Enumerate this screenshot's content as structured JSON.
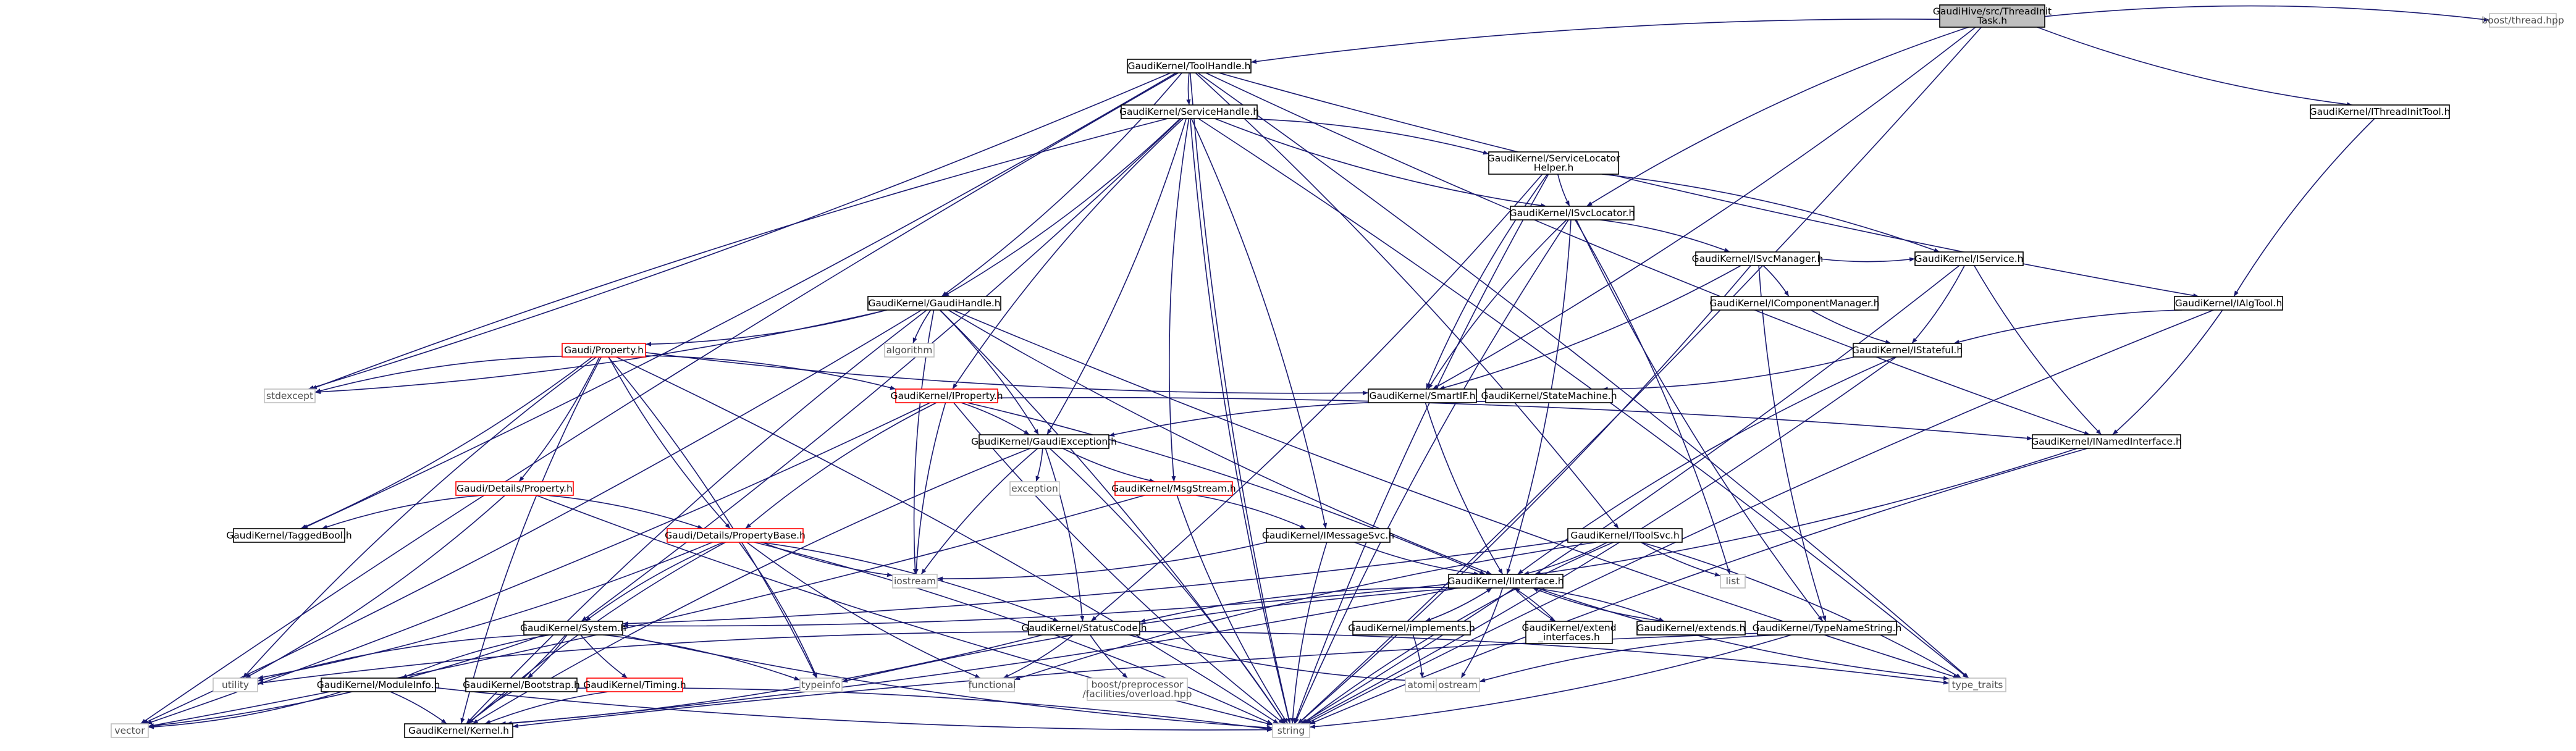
{
  "graph_title": "Include dependency graph for ThreadInitTask.h",
  "colors": {
    "edge": "#191970",
    "root_fill": "#bfbfbf",
    "node_border": "#000000",
    "incomplete_border": "#ff0000",
    "external_border": "#bfbfbf"
  },
  "nodes": {
    "root": {
      "lines": [
        "GaudiHive/src/ThreadInit",
        "Task.h"
      ],
      "kind": "root"
    },
    "toolhandle": {
      "lines": [
        "GaudiKernel/ToolHandle.h"
      ],
      "kind": "normal"
    },
    "boostthread": {
      "lines": [
        "boost/thread.hpp"
      ],
      "kind": "external"
    },
    "ithreadinit": {
      "lines": [
        "GaudiKernel/IThreadInitTool.h"
      ],
      "kind": "normal"
    },
    "servicehandle": {
      "lines": [
        "GaudiKernel/ServiceHandle.h"
      ],
      "kind": "normal"
    },
    "servicelocatorhelper": {
      "lines": [
        "GaudiKernel/ServiceLocator",
        "Helper.h"
      ],
      "kind": "normal"
    },
    "isvclocator": {
      "lines": [
        "GaudiKernel/ISvcLocator.h"
      ],
      "kind": "normal"
    },
    "isvcmanager": {
      "lines": [
        "GaudiKernel/ISvcManager.h"
      ],
      "kind": "normal"
    },
    "icomponentmanager": {
      "lines": [
        "GaudiKernel/IComponentManager.h"
      ],
      "kind": "normal"
    },
    "iservice": {
      "lines": [
        "GaudiKernel/IService.h"
      ],
      "kind": "normal"
    },
    "ialgtool": {
      "lines": [
        "GaudiKernel/IAlgTool.h"
      ],
      "kind": "normal"
    },
    "gaudihandle": {
      "lines": [
        "GaudiKernel/GaudiHandle.h"
      ],
      "kind": "normal"
    },
    "istateful": {
      "lines": [
        "GaudiKernel/IStateful.h"
      ],
      "kind": "normal"
    },
    "gproperty": {
      "lines": [
        "Gaudi/Property.h"
      ],
      "kind": "incomplete"
    },
    "algorithm": {
      "lines": [
        "algorithm"
      ],
      "kind": "external"
    },
    "stdexcept": {
      "lines": [
        "stdexcept"
      ],
      "kind": "external"
    },
    "smartif": {
      "lines": [
        "GaudiKernel/SmartIF.h"
      ],
      "kind": "normal"
    },
    "iproperty": {
      "lines": [
        "GaudiKernel/IProperty.h"
      ],
      "kind": "incomplete"
    },
    "statemachine": {
      "lines": [
        "GaudiKernel/StateMachine.h"
      ],
      "kind": "normal"
    },
    "inamedinterface": {
      "lines": [
        "GaudiKernel/INamedInterface.h"
      ],
      "kind": "normal"
    },
    "gaudiexception": {
      "lines": [
        "GaudiKernel/GaudiException.h"
      ],
      "kind": "normal"
    },
    "gdetailsproperty": {
      "lines": [
        "Gaudi/Details/Property.h"
      ],
      "kind": "incomplete"
    },
    "exception": {
      "lines": [
        "exception"
      ],
      "kind": "external"
    },
    "msgstream": {
      "lines": [
        "GaudiKernel/MsgStream.h"
      ],
      "kind": "incomplete"
    },
    "taggedbool": {
      "lines": [
        "GaudiKernel/TaggedBool.h"
      ],
      "kind": "normal"
    },
    "propertybase": {
      "lines": [
        "Gaudi/Details/PropertyBase.h"
      ],
      "kind": "incomplete"
    },
    "imessagesvc": {
      "lines": [
        "GaudiKernel/IMessageSvc.h"
      ],
      "kind": "normal"
    },
    "itoolsvc": {
      "lines": [
        "GaudiKernel/IToolSvc.h"
      ],
      "kind": "normal"
    },
    "iostream": {
      "lines": [
        "iostream"
      ],
      "kind": "external"
    },
    "list": {
      "lines": [
        "list"
      ],
      "kind": "external"
    },
    "iinterface": {
      "lines": [
        "GaudiKernel/IInterface.h"
      ],
      "kind": "normal"
    },
    "system": {
      "lines": [
        "GaudiKernel/System.h"
      ],
      "kind": "normal"
    },
    "statuscode": {
      "lines": [
        "GaudiKernel/StatusCode.h"
      ],
      "kind": "normal"
    },
    "implements": {
      "lines": [
        "GaudiKernel/implements.h"
      ],
      "kind": "normal"
    },
    "extend_interfaces": {
      "lines": [
        "GaudiKernel/extend",
        "_interfaces.h"
      ],
      "kind": "normal"
    },
    "extends": {
      "lines": [
        "GaudiKernel/extends.h"
      ],
      "kind": "normal"
    },
    "typenamestring": {
      "lines": [
        "GaudiKernel/TypeNameString.h"
      ],
      "kind": "normal"
    },
    "utility": {
      "lines": [
        "utility"
      ],
      "kind": "external"
    },
    "moduleinfo": {
      "lines": [
        "GaudiKernel/ModuleInfo.h"
      ],
      "kind": "normal"
    },
    "bootstrap": {
      "lines": [
        "GaudiKernel/Bootstrap.h"
      ],
      "kind": "normal"
    },
    "timing": {
      "lines": [
        "GaudiKernel/Timing.h"
      ],
      "kind": "incomplete"
    },
    "typeinfo": {
      "lines": [
        "typeinfo"
      ],
      "kind": "external"
    },
    "functional": {
      "lines": [
        "functional"
      ],
      "kind": "external"
    },
    "boostpp": {
      "lines": [
        "boost/preprocessor",
        "/facilities/overload.hpp"
      ],
      "kind": "external"
    },
    "atomic": {
      "lines": [
        "atomic"
      ],
      "kind": "external"
    },
    "ostream": {
      "lines": [
        "ostream"
      ],
      "kind": "external"
    },
    "type_traits": {
      "lines": [
        "type_traits"
      ],
      "kind": "external"
    },
    "vector": {
      "lines": [
        "vector"
      ],
      "kind": "external"
    },
    "kernel": {
      "lines": [
        "GaudiKernel/Kernel.h"
      ],
      "kind": "normal"
    },
    "string": {
      "lines": [
        "string"
      ],
      "kind": "external"
    }
  },
  "edges": [
    [
      "root",
      "toolhandle"
    ],
    [
      "root",
      "boostthread"
    ],
    [
      "root",
      "ithreadinit"
    ],
    [
      "root",
      "smartif"
    ],
    [
      "root",
      "isvclocator"
    ],
    [
      "root",
      "string"
    ],
    [
      "toolhandle",
      "servicehandle"
    ],
    [
      "toolhandle",
      "gaudihandle"
    ],
    [
      "toolhandle",
      "ialgtool"
    ],
    [
      "toolhandle",
      "itoolsvc"
    ],
    [
      "toolhandle",
      "inamedinterface"
    ],
    [
      "toolhandle",
      "stdexcept"
    ],
    [
      "toolhandle",
      "vector"
    ],
    [
      "toolhandle",
      "taggedbool"
    ],
    [
      "toolhandle",
      "string"
    ],
    [
      "toolhandle",
      "type_traits"
    ],
    [
      "ithreadinit",
      "ialgtool"
    ],
    [
      "servicehandle",
      "servicelocatorhelper"
    ],
    [
      "servicehandle",
      "isvclocator"
    ],
    [
      "servicehandle",
      "gaudihandle"
    ],
    [
      "servicehandle",
      "iproperty"
    ],
    [
      "servicehandle",
      "gaudiexception"
    ],
    [
      "servicehandle",
      "msgstream"
    ],
    [
      "servicehandle",
      "imessagesvc"
    ],
    [
      "servicehandle",
      "stdexcept"
    ],
    [
      "servicehandle",
      "system"
    ],
    [
      "servicehandle",
      "string"
    ],
    [
      "servicehandle",
      "type_traits"
    ],
    [
      "servicelocatorhelper",
      "isvclocator"
    ],
    [
      "servicelocatorhelper",
      "iservice"
    ],
    [
      "servicelocatorhelper",
      "smartif"
    ],
    [
      "servicelocatorhelper",
      "statuscode"
    ],
    [
      "servicelocatorhelper",
      "string"
    ],
    [
      "isvclocator",
      "isvcmanager"
    ],
    [
      "isvclocator",
      "smartif"
    ],
    [
      "isvclocator",
      "iinterface"
    ],
    [
      "isvclocator",
      "typenamestring"
    ],
    [
      "isvclocator",
      "list"
    ],
    [
      "isvclocator",
      "string"
    ],
    [
      "isvcmanager",
      "icomponentmanager"
    ],
    [
      "isvcmanager",
      "iservice"
    ],
    [
      "isvcmanager",
      "smartif"
    ],
    [
      "isvcmanager",
      "typenamestring"
    ],
    [
      "isvcmanager",
      "string"
    ],
    [
      "icomponentmanager",
      "istateful"
    ],
    [
      "iservice",
      "istateful"
    ],
    [
      "iservice",
      "inamedinterface"
    ],
    [
      "iservice",
      "string"
    ],
    [
      "ialgtool",
      "istateful"
    ],
    [
      "ialgtool",
      "inamedinterface"
    ],
    [
      "ialgtool",
      "string"
    ],
    [
      "istateful",
      "statemachine"
    ],
    [
      "istateful",
      "iinterface"
    ],
    [
      "istateful",
      "string"
    ],
    [
      "statemachine",
      "gaudiexception"
    ],
    [
      "gaudihandle",
      "gproperty"
    ],
    [
      "gaudihandle",
      "algorithm"
    ],
    [
      "gaudihandle",
      "gaudiexception"
    ],
    [
      "gaudihandle",
      "iinterface"
    ],
    [
      "gaudihandle",
      "stdexcept"
    ],
    [
      "gaudihandle",
      "iostream"
    ],
    [
      "gaudihandle",
      "string"
    ],
    [
      "gaudihandle",
      "type_traits"
    ],
    [
      "gaudihandle",
      "vector"
    ],
    [
      "gaudihandle",
      "kernel"
    ],
    [
      "gproperty",
      "iproperty"
    ],
    [
      "gproperty",
      "smartif"
    ],
    [
      "gproperty",
      "gdetailsproperty"
    ],
    [
      "gproperty",
      "propertybase"
    ],
    [
      "gproperty",
      "taggedbool"
    ],
    [
      "gproperty",
      "stdexcept"
    ],
    [
      "gproperty",
      "string"
    ],
    [
      "gproperty",
      "utility"
    ],
    [
      "gproperty",
      "typeinfo"
    ],
    [
      "gproperty",
      "kernel"
    ],
    [
      "iproperty",
      "gaudiexception"
    ],
    [
      "iproperty",
      "propertybase"
    ],
    [
      "iproperty",
      "iinterface"
    ],
    [
      "iproperty",
      "iostream"
    ],
    [
      "iproperty",
      "vector"
    ],
    [
      "iproperty",
      "string"
    ],
    [
      "iproperty",
      "inamedinterface"
    ],
    [
      "smartif",
      "iinterface"
    ],
    [
      "inamedinterface",
      "iinterface"
    ],
    [
      "inamedinterface",
      "string"
    ],
    [
      "gaudiexception",
      "exception"
    ],
    [
      "gaudiexception",
      "msgstream"
    ],
    [
      "gaudiexception",
      "statuscode"
    ],
    [
      "gaudiexception",
      "iostream"
    ],
    [
      "gaudiexception",
      "string"
    ],
    [
      "gaudiexception",
      "kernel"
    ],
    [
      "gdetailsproperty",
      "propertybase"
    ],
    [
      "gdetailsproperty",
      "taggedbool"
    ],
    [
      "gdetailsproperty",
      "utility"
    ],
    [
      "gdetailsproperty",
      "string"
    ],
    [
      "msgstream",
      "imessagesvc"
    ],
    [
      "msgstream",
      "string"
    ],
    [
      "msgstream",
      "vector"
    ],
    [
      "propertybase",
      "iostream"
    ],
    [
      "propertybase",
      "statuscode"
    ],
    [
      "propertybase",
      "system"
    ],
    [
      "propertybase",
      "typeinfo"
    ],
    [
      "propertybase",
      "functional"
    ],
    [
      "propertybase",
      "string"
    ],
    [
      "propertybase",
      "kernel"
    ],
    [
      "propertybase",
      "utility"
    ],
    [
      "imessagesvc",
      "iinterface"
    ],
    [
      "imessagesvc",
      "iostream"
    ],
    [
      "imessagesvc",
      "string"
    ],
    [
      "itoolsvc",
      "iinterface"
    ],
    [
      "itoolsvc",
      "list"
    ],
    [
      "itoolsvc",
      "system"
    ],
    [
      "itoolsvc",
      "functional"
    ],
    [
      "itoolsvc",
      "type_traits"
    ],
    [
      "itoolsvc",
      "string"
    ],
    [
      "iinterface",
      "system"
    ],
    [
      "iinterface",
      "statuscode"
    ],
    [
      "iinterface",
      "implements"
    ],
    [
      "iinterface",
      "extend_interfaces"
    ],
    [
      "iinterface",
      "extends"
    ],
    [
      "iinterface",
      "typeinfo"
    ],
    [
      "iinterface",
      "ostream"
    ],
    [
      "iinterface",
      "type_traits"
    ],
    [
      "iinterface",
      "kernel"
    ],
    [
      "implements",
      "iinterface"
    ],
    [
      "implements",
      "atomic"
    ],
    [
      "extend_interfaces",
      "iinterface"
    ],
    [
      "extends",
      "iinterface"
    ],
    [
      "system",
      "moduleinfo"
    ],
    [
      "system",
      "bootstrap"
    ],
    [
      "system",
      "timing"
    ],
    [
      "system",
      "typeinfo"
    ],
    [
      "system",
      "utility"
    ],
    [
      "system",
      "vector"
    ],
    [
      "system",
      "string"
    ],
    [
      "system",
      "kernel"
    ],
    [
      "statuscode",
      "boostpp"
    ],
    [
      "statuscode",
      "functional"
    ],
    [
      "statuscode",
      "ostream"
    ],
    [
      "statuscode",
      "type_traits"
    ],
    [
      "statuscode",
      "utility"
    ],
    [
      "statuscode",
      "kernel"
    ],
    [
      "typenamestring",
      "ostream"
    ],
    [
      "typenamestring",
      "string"
    ],
    [
      "typenamestring",
      "kernel"
    ],
    [
      "moduleinfo",
      "kernel"
    ],
    [
      "moduleinfo",
      "string"
    ],
    [
      "moduleinfo",
      "vector"
    ],
    [
      "bootstrap",
      "kernel"
    ],
    [
      "bootstrap",
      "string"
    ],
    [
      "timing",
      "kernel"
    ]
  ]
}
